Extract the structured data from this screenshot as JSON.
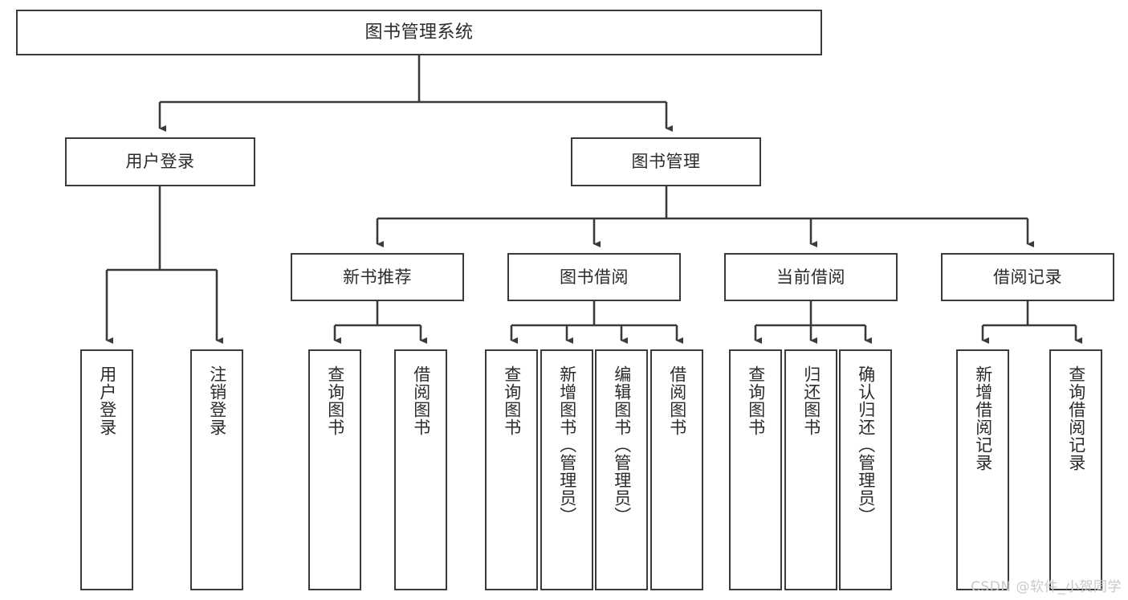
{
  "diagram": {
    "title_node": {
      "label": "图书管理系统"
    },
    "level2": [
      {
        "id": "user-login",
        "label": "用户登录"
      },
      {
        "id": "book-manage",
        "label": "图书管理"
      }
    ],
    "level3": [
      {
        "id": "new-book-recommend",
        "label": "新书推荐"
      },
      {
        "id": "book-borrow",
        "label": "图书借阅"
      },
      {
        "id": "current-borrow",
        "label": "当前借阅"
      },
      {
        "id": "borrow-record",
        "label": "借阅记录"
      }
    ],
    "leaves": [
      {
        "id": "leaf-user-login",
        "label": "用户登录"
      },
      {
        "id": "leaf-logout-login",
        "label": "注销登录"
      },
      {
        "id": "leaf-query-book-1",
        "label": "查询图书"
      },
      {
        "id": "leaf-borrow-book-1",
        "label": "借阅图书"
      },
      {
        "id": "leaf-query-book-2",
        "label": "查询图书"
      },
      {
        "id": "leaf-add-book-admin",
        "label": "新增图书（管理员）"
      },
      {
        "id": "leaf-edit-book-admin",
        "label": "编辑图书（管理员）"
      },
      {
        "id": "leaf-borrow-book-2",
        "label": "借阅图书"
      },
      {
        "id": "leaf-query-book-3",
        "label": "查询图书"
      },
      {
        "id": "leaf-return-book",
        "label": "归还图书"
      },
      {
        "id": "leaf-confirm-return-admin",
        "label": "确认归还（管理员）"
      },
      {
        "id": "leaf-add-borrow-record",
        "label": "新增借阅记录"
      },
      {
        "id": "leaf-query-borrow-record",
        "label": "查询借阅记录"
      }
    ],
    "watermark": "CSDN @软件_小贺同学",
    "colors": {
      "border": "#3a3a3a",
      "text": "#2b2b2b",
      "connector": "#3a3a3a",
      "background": "#ffffff",
      "watermark": "#c9c9c9"
    }
  }
}
